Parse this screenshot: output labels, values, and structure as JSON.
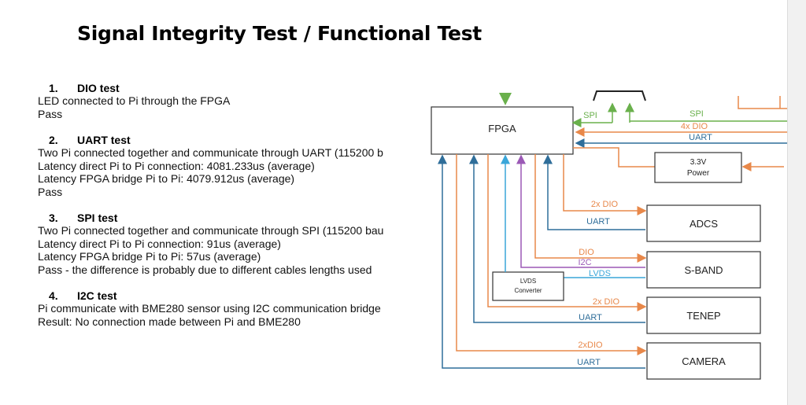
{
  "slide": {
    "title": "Signal Integrity Test / Functional Test"
  },
  "tests": [
    {
      "number": "1.",
      "name": "DIO test",
      "lines": [
        "LED connected to Pi through the FPGA",
        "Pass"
      ]
    },
    {
      "number": "2.",
      "name": "UART test",
      "lines": [
        "Two Pi connected together and communicate through UART (115200 b",
        "Latency direct Pi to Pi connection: 4081.233us (average)",
        "Latency FPGA bridge Pi to Pi: 4079.912us (average)",
        "Pass"
      ]
    },
    {
      "number": "3.",
      "name": "SPI test",
      "lines": [
        "Two Pi connected together and communicate through SPI (115200 bau",
        "Latency direct Pi to Pi connection: 91us (average)",
        "Latency FPGA bridge Pi to Pi: 57us (average)",
        "Pass - the difference is probably due to different cables lengths used"
      ]
    },
    {
      "number": "4.",
      "name": "I2C test",
      "lines": [
        "Pi communicate with BME280 sensor using I2C communication bridge",
        "Result: No connection made between Pi and BME280"
      ]
    }
  ],
  "diagram": {
    "fpga": "FPGA",
    "power": [
      "3.3V",
      "Power"
    ],
    "lvds_converter": [
      "LVDS",
      "Converter"
    ],
    "subsystems": [
      "ADCS",
      "S-BAND",
      "TENEP",
      "CAMERA"
    ],
    "signals": {
      "spi_left": "SPI",
      "spi_right": "SPI",
      "dio_4x": "4x DIO",
      "uart_top": "UART",
      "adcs_dio": "2x DIO",
      "adcs_uart": "UART",
      "sband_dio": "DIO",
      "sband_i2c": "I2C",
      "sband_lvds": "LVDS",
      "tenep_dio": "2x DIO",
      "tenep_uart": "UART",
      "camera_dio": "2xDIO",
      "camera_uart": "UART"
    },
    "colors": {
      "orange": "#e8884a",
      "blue": "#2f6e9a",
      "green": "#6ab04c",
      "purple": "#9b59b6",
      "cyan": "#3aa6d9"
    }
  }
}
